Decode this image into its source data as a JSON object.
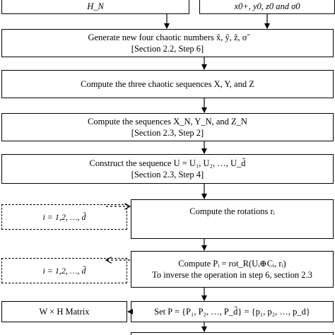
{
  "top_left": {
    "text": "H_N"
  },
  "top_right": {
    "text": "x0+, y0, z0 and σ0"
  },
  "step_generate": {
    "line1": "Generate new four chaotic numbers x̃, ỹ, z̃, σ̃",
    "line2": "[Section 2.2, Step 6]"
  },
  "step_compute_xyz": {
    "line1": "Compute the three chaotic sequences X, Y, and Z"
  },
  "step_compute_n": {
    "line1": "Compute the sequences X_N, Y_N, and Z_N",
    "line2": "[Section 2.3, Step 2]"
  },
  "step_construct": {
    "line1": "Construct the sequence U = U₁, U₂, …, U_d̃",
    "line2": "[Section 2.3, Step 4]"
  },
  "loop1": {
    "text": "i = 1,2, …, d̃"
  },
  "step_rotations": {
    "line1": "Compute the rotations rᵢ"
  },
  "loop2": {
    "text": "i = 1,2, …, d̃"
  },
  "step_compute_p": {
    "line1": "Compute Pᵢ = rot_R(Uᵢ⊕Cᵢ, rᵢ)",
    "line2": "To inverse the operation in step 6, section 2.3"
  },
  "matrix_box": {
    "text": "W × H Matrix"
  },
  "step_set_p": {
    "line1": "Set P = {P₁, P₂, …, P_d̃} = {p₁, p₂, …, p_d}"
  }
}
